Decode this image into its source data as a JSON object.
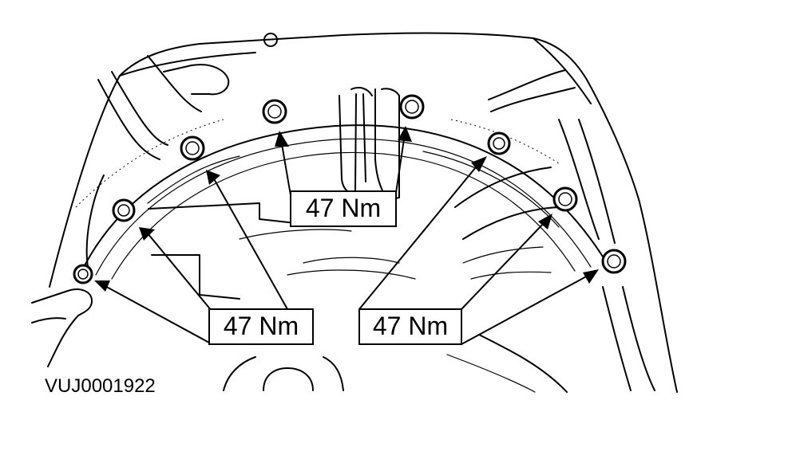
{
  "torque_callouts": [
    {
      "label": "47 Nm"
    },
    {
      "label": "47 Nm"
    },
    {
      "label": "47 Nm"
    }
  ],
  "reference_code": "VUJ0001922",
  "icons": [
    "bolt-icon",
    "arrow-icon"
  ]
}
